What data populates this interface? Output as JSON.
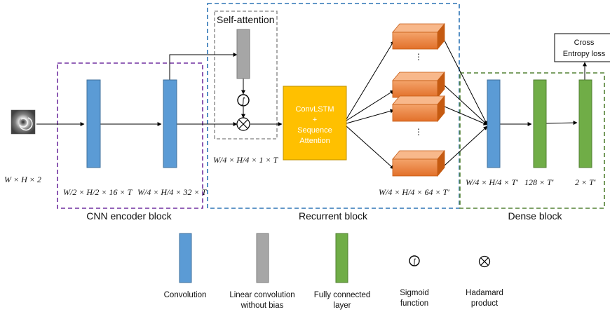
{
  "blocks": {
    "cnn": "CNN encoder block",
    "recurrent": "Recurrent block",
    "dense": "Dense block",
    "self_attention": "Self-attention"
  },
  "nodes": {
    "convlstm_line1": "ConvLSTM",
    "convlstm_line2": "+",
    "convlstm_line3": "Sequence",
    "convlstm_line4": "Attention",
    "loss_line1": "Cross",
    "loss_line2": "Entropy loss",
    "ellipsis": "⋮"
  },
  "dims": {
    "input": "W × H × 2",
    "conv1": "W/2 × H/2 × 16 × T",
    "conv2": "W/4 × H/4 × 32 × T",
    "attention": "W/4 × H/4 × 1 × T",
    "cubes": "W/4 × H/4 × 64 × T′",
    "dense1": "W/4 × H/4 × T′",
    "dense2": "128 × T′",
    "dense3": "2 × T′"
  },
  "legend": [
    {
      "label1": "Convolution",
      "label2": ""
    },
    {
      "label1": "Linear convolution",
      "label2": "without bias"
    },
    {
      "label1": "Fully connected",
      "label2": "layer"
    },
    {
      "label1": "Sigmoid",
      "label2": "function"
    },
    {
      "label1": "Hadamard",
      "label2": "product"
    }
  ],
  "symbols": {
    "sigmoid": "∫",
    "hadamard": "⊗"
  },
  "colors": {
    "convolution": "#5b9bd5",
    "linear_conv": "#a6a6a6",
    "fully_connected": "#70ad47",
    "convlstm": "#ffc000",
    "cube": "#ed7d31",
    "cnn_border": "#7030a0",
    "recurrent_border": "#2e75b6",
    "dense_border": "#548235"
  }
}
